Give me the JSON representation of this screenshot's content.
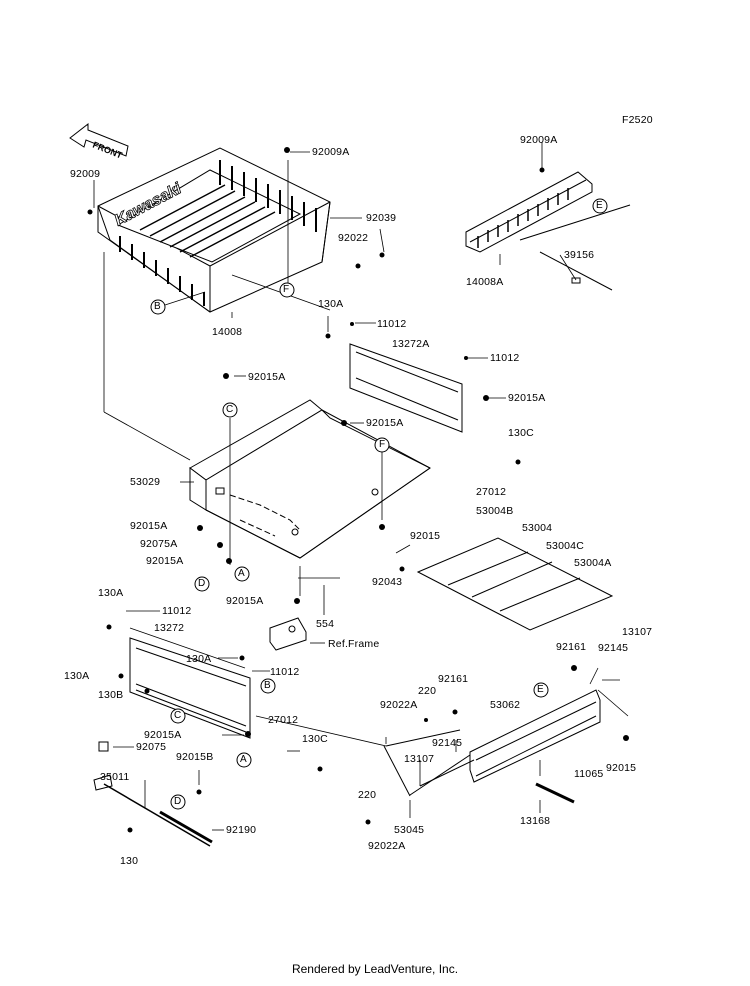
{
  "diagram": {
    "code": "F2520",
    "footer": "Rendered by LeadVenture, Inc.",
    "front_arrow": "FRONT",
    "brand": "Kawasaki",
    "ref_frame": "Ref.Frame",
    "callouts": [
      "A",
      "B",
      "C",
      "D",
      "E",
      "F"
    ],
    "labels": [
      "92009",
      "92009A",
      "92039",
      "92022",
      "14008",
      "92009A",
      "14008A",
      "39156",
      "130A",
      "11012",
      "13272A",
      "11012",
      "92015A",
      "92015A",
      "92015A",
      "130C",
      "53029",
      "27012",
      "92015A",
      "92075A",
      "92015A",
      "92015",
      "92043",
      "53004B",
      "53004",
      "53004C",
      "53004A",
      "92015A",
      "554",
      "130A",
      "11012",
      "13272",
      "130A",
      "130A",
      "11012",
      "130B",
      "92015A",
      "27012",
      "130C",
      "92075",
      "92015B",
      "35011",
      "92190",
      "130",
      "92161",
      "13107",
      "92145",
      "220",
      "92161",
      "92022A",
      "53062",
      "92145",
      "13107",
      "11065",
      "92015",
      "220",
      "13168",
      "53045",
      "92022A"
    ]
  }
}
